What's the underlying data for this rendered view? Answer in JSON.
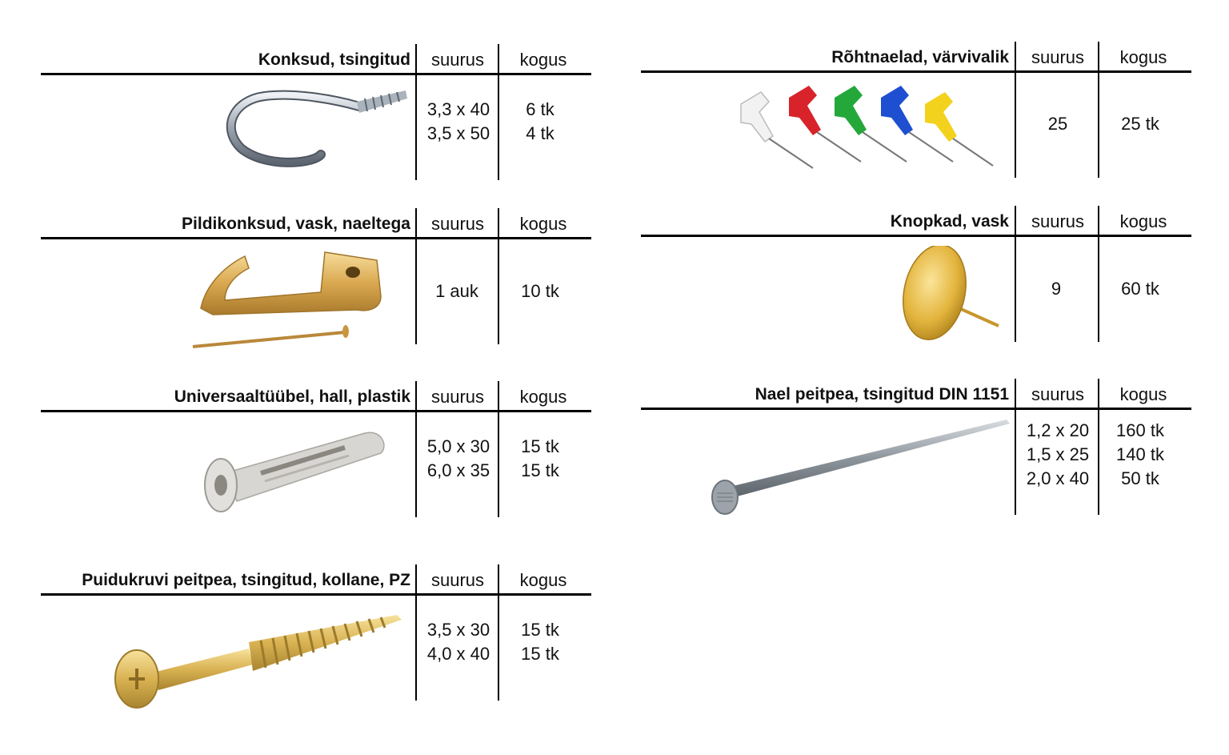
{
  "column_headers": {
    "size": "suurus",
    "qty": "kogus"
  },
  "products": [
    {
      "name": "Konksud, tsingitud",
      "icon": "hook-icon",
      "sizes": [
        "3,3 x 40",
        "3,5 x 50"
      ],
      "quantities": [
        "6 tk",
        "4 tk"
      ]
    },
    {
      "name": "Pildikonksud, vask, naeltega",
      "icon": "picture-hook-icon",
      "sizes": [
        "1 auk"
      ],
      "quantities": [
        "10 tk"
      ]
    },
    {
      "name": "Universaaltüübel, hall, plastik",
      "icon": "wall-plug-icon",
      "sizes": [
        "5,0 x 30",
        "6,0 x 35"
      ],
      "quantities": [
        "15 tk",
        "15 tk"
      ]
    },
    {
      "name": "Puidukruvi peitpea, tsingitud, kollane, PZ",
      "icon": "wood-screw-icon",
      "sizes": [
        "3,5 x 30",
        "4,0 x 40"
      ],
      "quantities": [
        "15 tk",
        "15 tk"
      ]
    },
    {
      "name": "Rõhtnaelad, värvivalik",
      "icon": "push-pins-icon",
      "sizes": [
        "25"
      ],
      "quantities": [
        "25 tk"
      ]
    },
    {
      "name": "Knopkad, vask",
      "icon": "thumbtack-icon",
      "sizes": [
        "9"
      ],
      "quantities": [
        "60 tk"
      ]
    },
    {
      "name": "Nael peitpea, tsingitud DIN 1151",
      "icon": "nail-icon",
      "sizes": [
        "1,2 x 20",
        "1,5 x 25",
        "2,0 x 40"
      ],
      "quantities": [
        "160 tk",
        "140 tk",
        "50 tk"
      ]
    }
  ]
}
